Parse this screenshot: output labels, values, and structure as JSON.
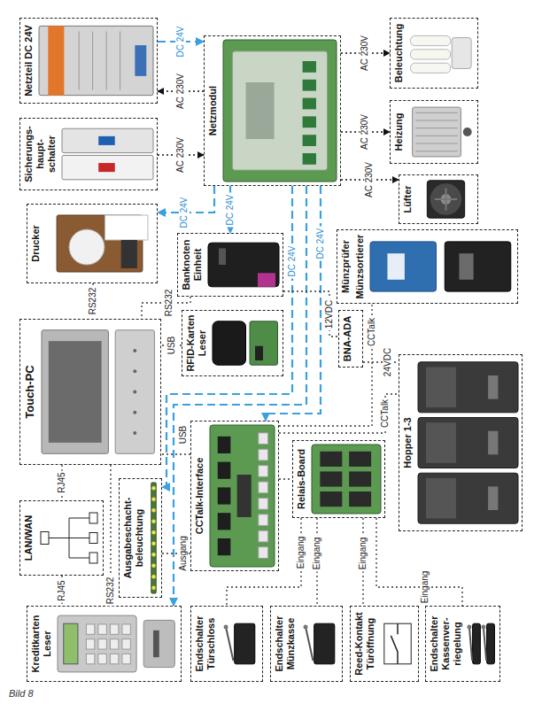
{
  "diagram": {
    "caption": "Bild 8",
    "nodes": [
      {
        "text": [
          "Netzteil DC 24V"
        ]
      },
      {
        "text": [
          "Netzmodul"
        ]
      },
      {
        "text": [
          "Sicherungs- haupt- schalter"
        ]
      },
      {
        "text": [
          "Beleuchtung"
        ]
      },
      {
        "text": [
          "Heizung"
        ]
      },
      {
        "text": [
          "Lüfter"
        ]
      },
      {
        "text": [
          "Drucker"
        ]
      },
      {
        "text": [
          "Banknoten Einheit"
        ]
      },
      {
        "text": [
          "Münzprüfer",
          "Münzsortierer"
        ]
      },
      {
        "text": [
          "Touch-PC"
        ]
      },
      {
        "text": [
          "RFID-Karten Leser"
        ]
      },
      {
        "text": [
          "BNA-ADA"
        ]
      },
      {
        "text": [
          "CCTalk-Interface"
        ]
      },
      {
        "text": [
          "Relais-Board"
        ]
      },
      {
        "text": [
          "Hopper 1-3"
        ]
      },
      {
        "text": [
          "LAN/WAN"
        ]
      },
      {
        "text": [
          "Ausgabeschacht- beleuchtung"
        ]
      },
      {
        "text": [
          "Kreditkarten Leser"
        ]
      },
      {
        "text": [
          "Endschalter Türschloss"
        ]
      },
      {
        "text": [
          "Endschalter Münzkasse"
        ]
      },
      {
        "text": [
          "Reed-Kontakt Türöffnung"
        ]
      },
      {
        "text": [
          "Endschalter Kassenver- riegelung"
        ]
      }
    ],
    "edges": [
      {
        "from": 0,
        "to": 1,
        "label": "DC 24V",
        "arrow": "to"
      },
      {
        "from": 1,
        "to": 0,
        "label": "AC 230V",
        "arrow": "to"
      },
      {
        "from": 2,
        "to": 1,
        "label": "AC 230V",
        "arrow": "to"
      },
      {
        "from": 1,
        "to": 3,
        "label": "AC 230V",
        "arrow": "to"
      },
      {
        "from": 1,
        "to": 4,
        "label": "AC 230V",
        "arrow": "to"
      },
      {
        "from": 1,
        "to": 5,
        "label": "AC 230V",
        "arrow": "to"
      },
      {
        "from": 1,
        "to": 6,
        "label": "DC 24V",
        "arrow": "to"
      },
      {
        "from": 1,
        "to": 7,
        "label": "DC 24V",
        "arrow": "to"
      },
      {
        "from": 1,
        "to": 12,
        "label": "DC 24V",
        "arrow": "to"
      },
      {
        "from": 1,
        "to": 16,
        "label": "DC 24V",
        "arrow": "to"
      },
      {
        "from": 1,
        "to": 17,
        "arrow": "to"
      },
      {
        "from": 6,
        "to": 9,
        "label": "RS232",
        "arrow": "none"
      },
      {
        "from": 7,
        "to": 9,
        "label": "RS232",
        "arrow": "none"
      },
      {
        "from": 10,
        "to": 9,
        "label": "USB",
        "arrow": "none"
      },
      {
        "from": 12,
        "to": 9,
        "label": "USB",
        "arrow": "none"
      },
      {
        "from": 9,
        "to": 15,
        "label": "RJ45",
        "arrow": "none"
      },
      {
        "from": 15,
        "to": 17,
        "label": "RJ45",
        "arrow": "none"
      },
      {
        "from": 9,
        "to": 17,
        "label": "RS232",
        "arrow": "none"
      },
      {
        "from": 12,
        "to": 8,
        "label": "CCTalk",
        "arrow": "none"
      },
      {
        "from": 12,
        "to": 14,
        "label": "CCTalk",
        "arrow": "none"
      },
      {
        "from": 12,
        "to": 13,
        "arrow": "none"
      },
      {
        "from": 12,
        "to": 16,
        "label": "Ausgang",
        "arrow": "none"
      },
      {
        "from": 13,
        "to": 18,
        "label": "Eingang",
        "arrow": "none"
      },
      {
        "from": 13,
        "to": 19,
        "label": "Eingang",
        "arrow": "none"
      },
      {
        "from": 13,
        "to": 20,
        "label": "Eingang",
        "arrow": "none"
      },
      {
        "from": 13,
        "to": 21,
        "label": "Eingang",
        "arrow": "none"
      },
      {
        "from": 7,
        "to": 11,
        "label": "12VDC",
        "arrow": "none"
      },
      {
        "from": 11,
        "to": 14,
        "label": "24VDC",
        "arrow": "none"
      }
    ]
  }
}
